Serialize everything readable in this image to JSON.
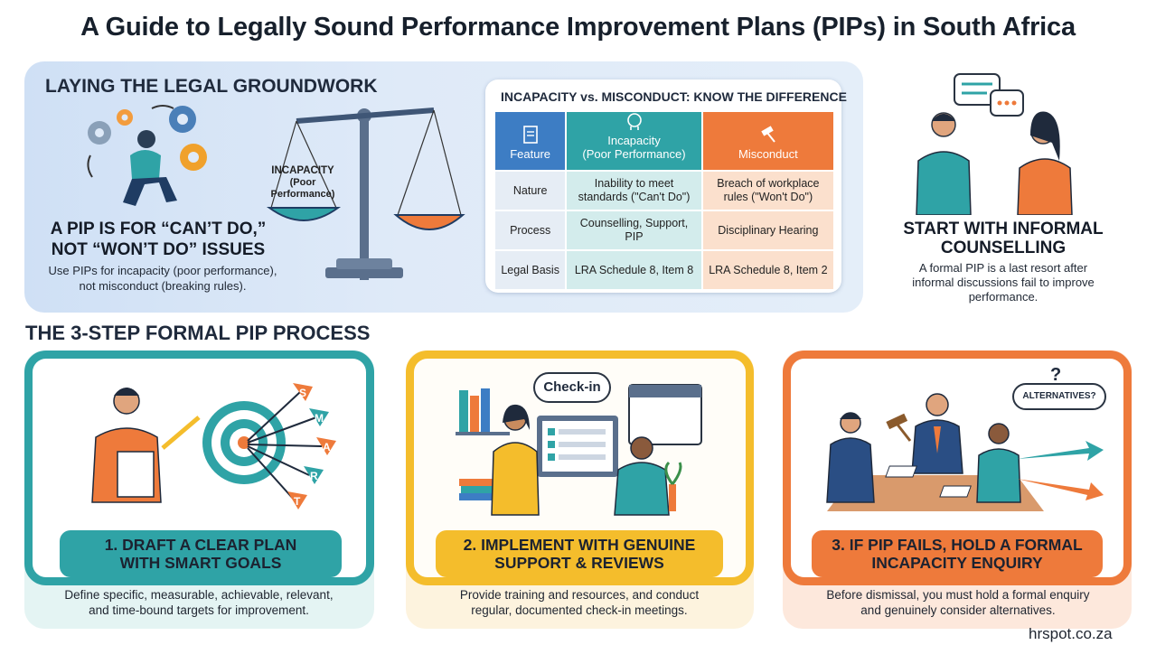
{
  "title": "A Guide to Legally Sound Performance Improvement Plans (PIPs) in South Africa",
  "legal": {
    "heading": "LAYING THE LEGAL GROUNDWORK",
    "pip_headline_1": "A PIP IS FOR “CAN’T DO,”",
    "pip_headline_2": "NOT “WON’T DO” ISSUES",
    "pip_desc_1": "Use PIPs for incapacity (poor performance),",
    "pip_desc_2": "not misconduct (breaking rules).",
    "scale_label_1": "INCAPACITY",
    "scale_label_2": "(Poor",
    "scale_label_3": "Performance)"
  },
  "comparison": {
    "title": "INCAPACITY vs. MISCONDUCT: KNOW THE DIFFERENCE",
    "headers": {
      "feature": "Feature",
      "incapacity_1": "Incapacity",
      "incapacity_2": "(Poor Performance)",
      "misconduct": "Misconduct"
    },
    "rows": [
      {
        "feature": "Nature",
        "incapacity_1": "Inability to meet",
        "incapacity_2": "standards (\"Can't Do\")",
        "misconduct_1": "Breach of workplace",
        "misconduct_2": "rules (\"Won't Do\")"
      },
      {
        "feature": "Process",
        "incapacity_1": "Counselling, Support,",
        "incapacity_2": "PIP",
        "misconduct_1": "Disciplinary Hearing",
        "misconduct_2": ""
      },
      {
        "feature": "Legal Basis",
        "incapacity_1": "LRA Schedule 8, Item 8",
        "incapacity_2": "",
        "misconduct_1": "LRA Schedule 8, Item 2",
        "misconduct_2": ""
      }
    ]
  },
  "counselling": {
    "heading_1": "START WITH INFORMAL",
    "heading_2": "COUNSELLING",
    "desc_1": "A formal PIP is a last resort after",
    "desc_2": "informal discussions fail to improve",
    "desc_3": "performance."
  },
  "process": {
    "heading": "THE 3-STEP FORMAL PIP PROCESS",
    "steps": [
      {
        "title_1": "1. DRAFT A CLEAR PLAN",
        "title_2": "WITH SMART GOALS",
        "desc_1": "Define specific, measurable, achievable, relevant,",
        "desc_2": "and time-bound targets for improvement."
      },
      {
        "title_1": "2. IMPLEMENT WITH GENUINE",
        "title_2": "SUPPORT & REVIEWS",
        "desc_1": "Provide training and resources, and conduct",
        "desc_2": "regular, documented check-in meetings."
      },
      {
        "title_1": "3. IF PIP FAILS, HOLD A FORMAL",
        "title_2": "INCAPACITY ENQUIRY",
        "desc_1": "Before dismissal, you must hold a formal enquiry",
        "desc_2": "and genuinely consider alternatives."
      }
    ],
    "smart_letters": [
      "S",
      "M",
      "A",
      "R",
      "T"
    ],
    "checkin_label": "Check-in",
    "alternatives_label": "ALTERNATIVES?",
    "question_mark": "?"
  },
  "footer": {
    "brand": "hrspot.co.za"
  },
  "colors": {
    "teal": "#2fa3a6",
    "yellow": "#f4bd2c",
    "orange": "#ee7a3b",
    "blue": "#3d7dc4"
  }
}
